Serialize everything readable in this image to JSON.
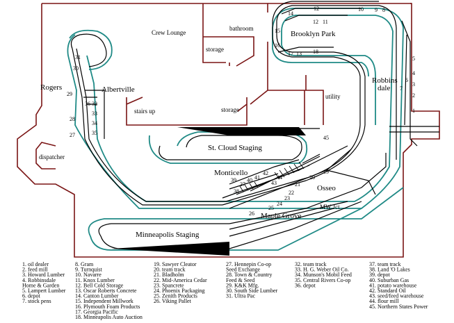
{
  "colors": {
    "wall": "#7a1414",
    "benchwork": "#1f8a86",
    "track": "#000000",
    "background": "#ffffff"
  },
  "rooms": {
    "crew_lounge": "Crew Lounge",
    "bathroom": "bathroom",
    "storage_upper": "storage",
    "storage_lower": "storage",
    "stairs_up": "stairs up",
    "utility": "utility",
    "dispatcher": "dispatcher"
  },
  "towns": {
    "rogers": "Rogers",
    "albertville": "Albertville",
    "brooklyn_park": "Brooklyn Park",
    "robbinsdale_1": "Robbins",
    "robbinsdale_2": "dale",
    "st_cloud_staging": "St. Cloud Staging",
    "monticello": "Monticello",
    "osseo": "Osseo",
    "maple_grove": "Maple Grove",
    "mw_jct": "MW Jct",
    "minneapolis_staging": "Minneapolis Staging"
  },
  "map_numbers": [
    "1",
    "2",
    "3",
    "4",
    "5",
    "6",
    "7",
    "8",
    "9",
    "10",
    "11",
    "12",
    "12",
    "13",
    "14",
    "15",
    "16",
    "17",
    "18",
    "19",
    "20",
    "21",
    "22",
    "23",
    "24",
    "25",
    "26",
    "27",
    "28",
    "29",
    "30",
    "31",
    "32",
    "33",
    "34",
    "35",
    "36",
    "37",
    "38",
    "39",
    "40",
    "41",
    "42",
    "43",
    "44",
    "45"
  ],
  "legend": {
    "col1": [
      "1. oil dealer",
      "2. feed mill",
      "3. Howard Lumber",
      "4. Robbinsdale",
      "    Home & Garden",
      "5. Lampert Lumber",
      "6. depot",
      "7. stock pens"
    ],
    "col2": [
      "8. Gram",
      "9. Turnquist",
      "10. Navarre",
      "11. Knox Lumber",
      "12. Bell Cold Storage",
      "13. Oscar Roberts Concrete",
      "14. Canton Lumber",
      "15. Independent Millwork",
      "16. Plymouth Foam Products",
      "17. Georgia Pacific",
      "18. Minneapolis Auto Auction"
    ],
    "col3": [
      "19. Sawyer Cleator",
      "20. team track",
      "21. Bladholm",
      "22. Mid-America Cedar",
      "23. Spancrete",
      "24. Phoenix Packaging",
      "25. Zenith Products",
      "26. Viking Pallet"
    ],
    "col4": [
      "27. Hennepin Co-op",
      "    Seed Exchange",
      "28. Town & Country",
      "    Feed & Seed",
      "29. K&K Mfg.",
      "30. South Side Lumber",
      "31. Ultra Pac"
    ],
    "col5": [
      "32. team track",
      "33. H. G. Weber Oil Co.",
      "34. Munson's Mobil Feed",
      "35. Central Rivers Co-op",
      "36. depot"
    ],
    "col6": [
      "37. team track",
      "38. Land 'O Lakes",
      "39. depot",
      "40. Suburban Gas",
      "41. potato warehouse",
      "42. Standard Oil",
      "43. seed/feed warehouse",
      "44. flour mill",
      "45. Northern States Power"
    ]
  }
}
